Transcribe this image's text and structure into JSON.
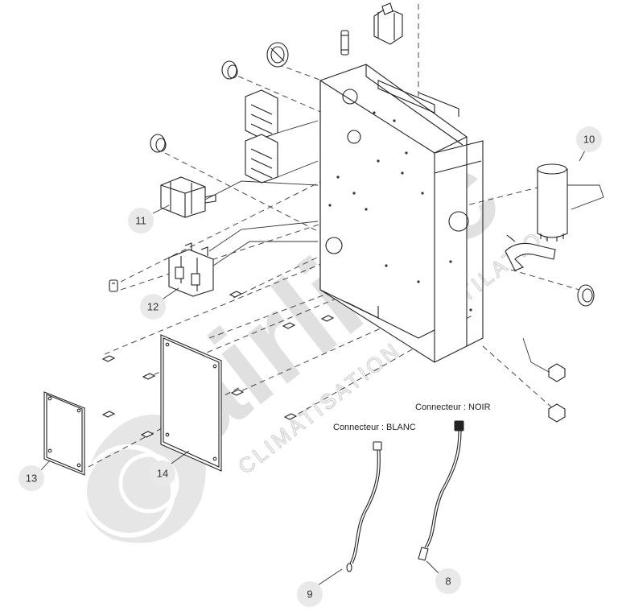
{
  "watermark": {
    "brand": "airlinic",
    "tagline": "CLIMATISATION · VENTILATION",
    "color": "#d6d6d6"
  },
  "connector_labels": {
    "blanc": "Connecteur : BLANC",
    "noir": "Connecteur : NOIR"
  },
  "callouts": [
    "8",
    "9",
    "10",
    "11",
    "12",
    "13",
    "14"
  ]
}
